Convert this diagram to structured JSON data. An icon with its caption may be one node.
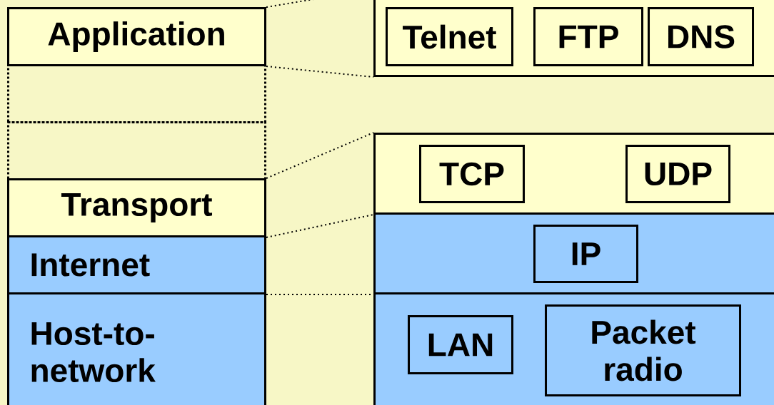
{
  "diagram": {
    "nodes": [
      {
        "text": [
          "Application"
        ]
      },
      {
        "text": [],
        "shape": "box"
      },
      {
        "text": [],
        "shape": "box"
      },
      {
        "text": [
          "Transport"
        ]
      },
      {
        "text": [
          "Internet"
        ]
      },
      {
        "text": [
          "Host-to-network"
        ]
      },
      {
        "text": [],
        "shape": "box"
      },
      {
        "text": [
          "Telnet"
        ],
        "in": 6
      },
      {
        "text": [
          "FTP"
        ],
        "in": 6
      },
      {
        "text": [
          "DNS"
        ],
        "in": 6
      },
      {
        "text": [],
        "shape": "box"
      },
      {
        "text": [
          "TCP"
        ],
        "in": 10
      },
      {
        "text": [
          "UDP"
        ],
        "in": 10
      },
      {
        "text": [],
        "shape": "box"
      },
      {
        "text": [
          "IP"
        ],
        "in": 13
      },
      {
        "text": [],
        "shape": "box"
      },
      {
        "text": [
          "LAN"
        ],
        "in": 15
      },
      {
        "text": [
          "Packet radio"
        ],
        "in": 15
      }
    ],
    "edges": [
      {
        "from": 0,
        "to": 6,
        "arrow": "none"
      },
      {
        "from": 0,
        "to": 6,
        "arrow": "none"
      },
      {
        "from": 3,
        "to": 10,
        "arrow": "none"
      },
      {
        "from": 3,
        "to": 10,
        "arrow": "none"
      },
      {
        "from": 4,
        "to": 13,
        "arrow": "none"
      }
    ]
  }
}
